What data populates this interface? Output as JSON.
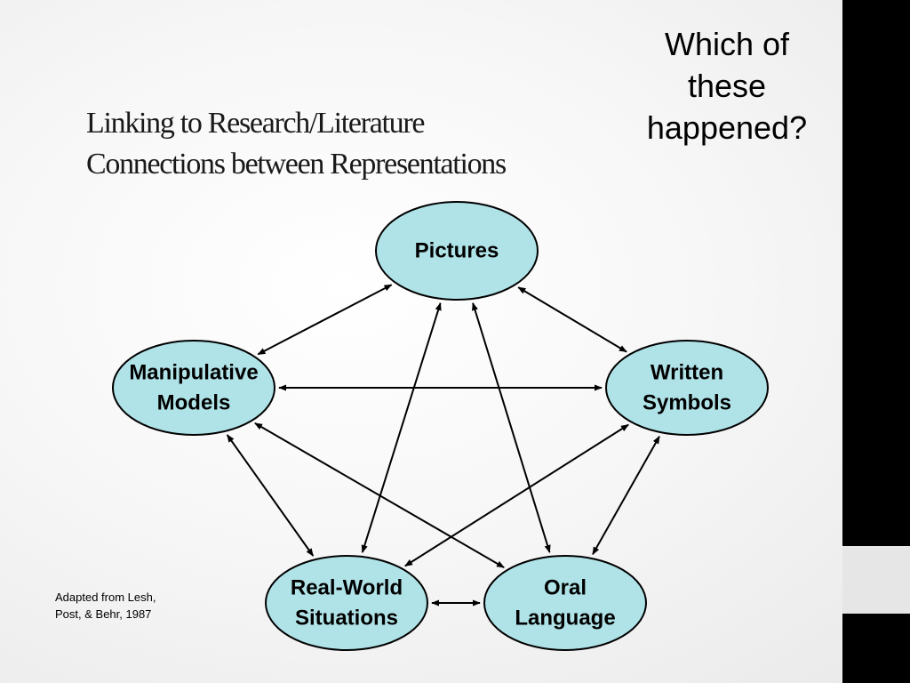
{
  "slide": {
    "title_lines": [
      "Linking to Research/Literature",
      "Connections between Representations"
    ],
    "question_lines": [
      "Which of",
      "these",
      "happened?"
    ],
    "credit_lines": [
      "Adapted from Lesh,",
      "Post, & Behr, 1987"
    ]
  },
  "diagram": {
    "node_fill": "#b0e3e8",
    "node_stroke": "#000000",
    "connector_color": "#000000",
    "nodes": {
      "pictures": {
        "lines": [
          "Pictures"
        ]
      },
      "manipulative": {
        "lines": [
          "Manipulative",
          "Models"
        ]
      },
      "written": {
        "lines": [
          "Written",
          "Symbols"
        ]
      },
      "realworld": {
        "lines": [
          "Real-World",
          "Situations"
        ]
      },
      "oral": {
        "lines": [
          "Oral",
          "Language"
        ]
      }
    },
    "connections": [
      {
        "from": "pictures",
        "to": "manipulative",
        "arrows": "both"
      },
      {
        "from": "pictures",
        "to": "written",
        "arrows": "both"
      },
      {
        "from": "pictures",
        "to": "realworld",
        "arrows": "both"
      },
      {
        "from": "pictures",
        "to": "oral",
        "arrows": "both"
      },
      {
        "from": "manipulative",
        "to": "written",
        "arrows": "both"
      },
      {
        "from": "manipulative",
        "to": "realworld",
        "arrows": "both"
      },
      {
        "from": "manipulative",
        "to": "oral",
        "arrows": "both"
      },
      {
        "from": "written",
        "to": "realworld",
        "arrows": "both"
      },
      {
        "from": "written",
        "to": "oral",
        "arrows": "both"
      },
      {
        "from": "realworld",
        "to": "oral",
        "arrows": "both"
      }
    ]
  }
}
